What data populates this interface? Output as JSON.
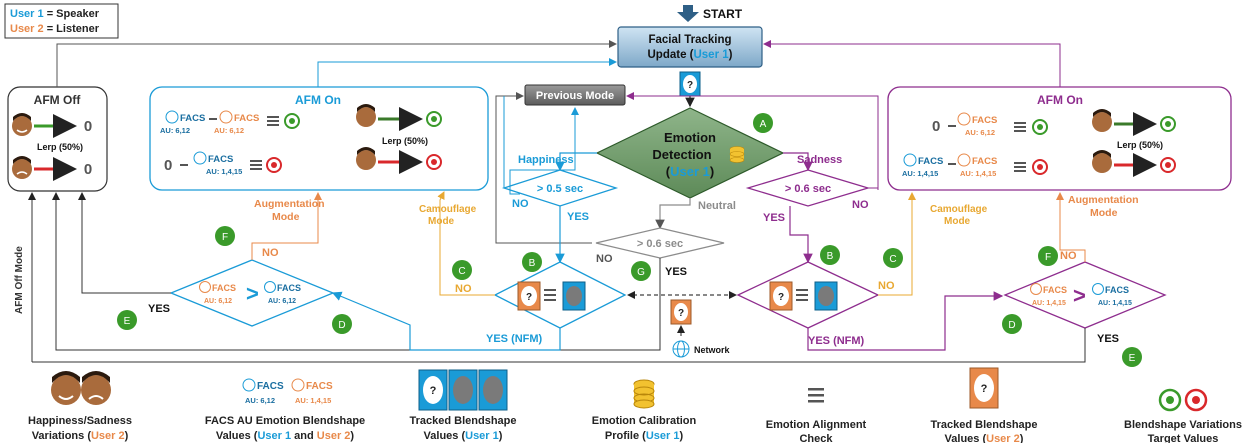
{
  "colors": {
    "blue": "#1a9bd7",
    "orange": "#e8894a",
    "purple": "#8e2d8e",
    "gray": "#8c8c8c",
    "green": "#3a9a2a",
    "red": "#d9282b",
    "yellow": "#e8a832",
    "dark": "#333333"
  },
  "legend_box": {
    "user1": "User 1",
    "user1_role": " = Speaker",
    "user2": "User 2",
    "user2_role": " = Listener"
  },
  "start": "START",
  "facial_tracking": {
    "line1": "Facial Tracking",
    "line2": "Update (",
    "user": "User 1",
    "close": ")"
  },
  "previous_mode": "Previous Mode",
  "emotion_detection": {
    "line1": "Emotion",
    "line2": "Detection",
    "user": "User 1",
    "badge": "A"
  },
  "afm_off": {
    "title": "AFM Off",
    "lerp": "Lerp (50%)",
    "zero": "0",
    "vertical_label": "AFM Off Mode"
  },
  "afm_on_left": {
    "title": "AFM On",
    "facs": "FACS",
    "au_a": "AU: 6,12",
    "au_b": "AU: 6,12",
    "au_c": "AU: 1,4,15",
    "lerp": "Lerp (50%)"
  },
  "afm_on_right": {
    "title": "AFM On",
    "facs": "FACS",
    "au_a": "AU: 6,12",
    "au_b": "AU: 1,4,15",
    "au_c": "AU: 1,4,15",
    "lerp": "Lerp (50%)"
  },
  "branches": {
    "happiness": "Happiness",
    "sadness": "Sadness",
    "neutral": "Neutral",
    "thr_happy": "> 0.5 sec",
    "thr_sad": "> 0.6 sec",
    "thr_neutral": "> 0.6 sec",
    "yes": "YES",
    "no": "NO",
    "yes_nfm": "YES (NFM)",
    "aug_mode_l1": "Augmentation",
    "aug_mode_l2": "Mode",
    "camo_l1": "Camouflage",
    "camo_l2": "Mode",
    "network": "Network",
    "q": "?"
  },
  "badges": {
    "b": "B",
    "c": "C",
    "d": "D",
    "e": "E",
    "f": "F",
    "g": "G"
  },
  "left_compare": {
    "facs": "FACS",
    "au_u2": "AU: 6,12",
    "au_u1": "AU: 6,12"
  },
  "right_compare": {
    "facs": "FACS",
    "au_u2": "AU: 1,4,15",
    "au_u1": "AU: 1,4,15"
  },
  "legend": {
    "hs_l1": "Happiness/Sadness",
    "hs_l2": "Variations (",
    "hs_user": "User 2",
    "hs_close": ")",
    "facs_l1": "FACS AU Emotion Blendshape",
    "facs_l2": "Values (",
    "facs_u1": "User 1",
    "facs_and": " and ",
    "facs_u2": "User 2",
    "facs_close": ")",
    "facs_au1": "AU: 6,12",
    "facs_au2": "AU: 1,4,15",
    "facs_word": "FACS",
    "tracked1_l1": "Tracked Blendshape",
    "tracked1_l2": "Values (",
    "tracked1_user": "User 1",
    "tracked1_close": ")",
    "calib_l1": "Emotion Calibration",
    "calib_l2": "Profile (",
    "calib_user": "User 1",
    "calib_close": ")",
    "align_l1": "Emotion Alignment",
    "align_l2": "Check",
    "tracked2_l1": "Tracked Blendshape",
    "tracked2_l2": "Values (",
    "tracked2_user": "User 2",
    "tracked2_close": ")",
    "target_l1": "Blendshape Variations",
    "target_l2": "Target Values"
  }
}
